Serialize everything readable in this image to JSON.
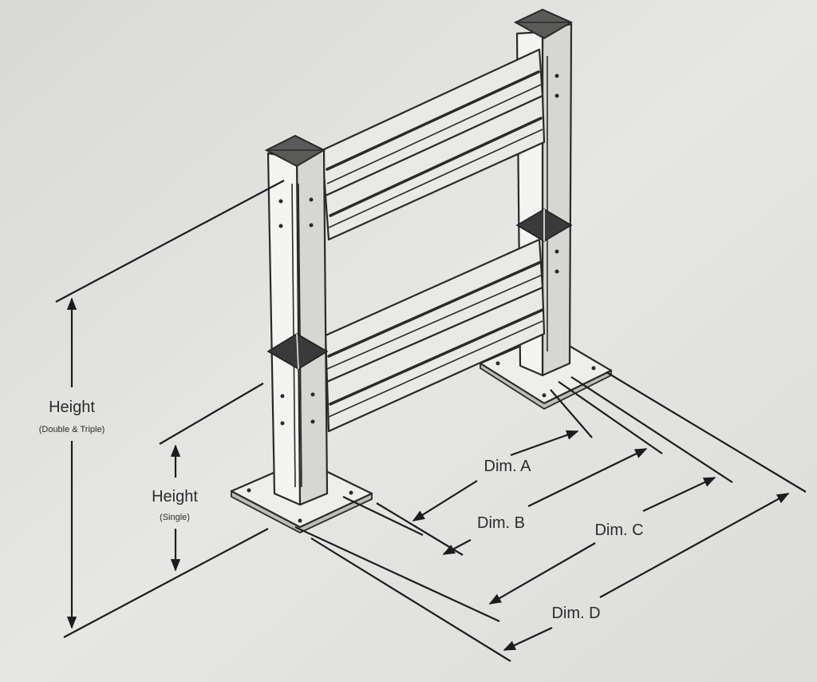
{
  "labels": {
    "height_double_triple": "Height",
    "height_double_triple_note": "(Double & Triple)",
    "height_single": "Height",
    "height_single_note": "(Single)",
    "dim_a": "Dim. A",
    "dim_b": "Dim. B",
    "dim_c": "Dim. C",
    "dim_d": "Dim. D"
  }
}
